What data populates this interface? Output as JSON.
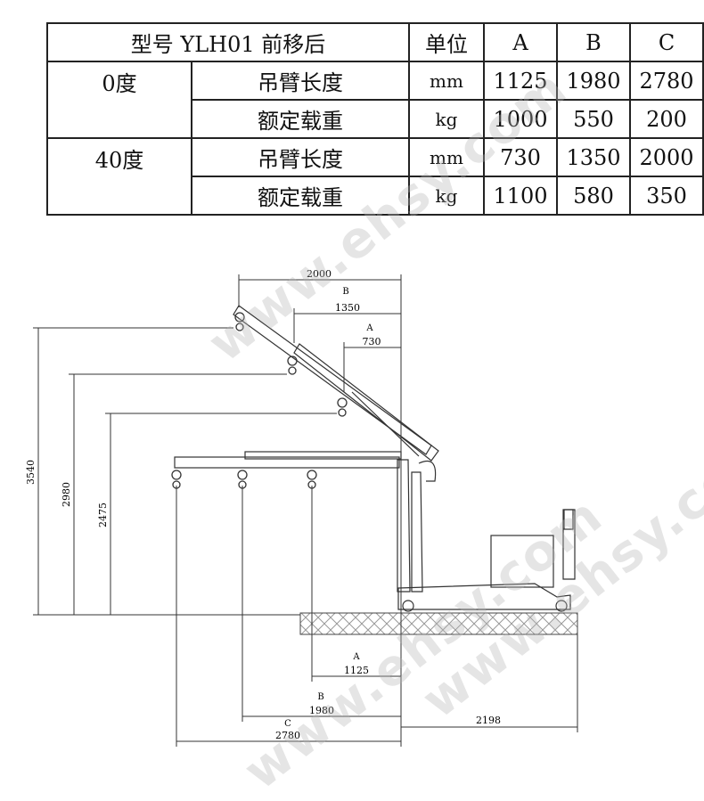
{
  "table": {
    "header": {
      "model": "型号 YLH01 前移后",
      "unit": "单位",
      "a": "A",
      "b": "B",
      "c": "C"
    },
    "groups": [
      {
        "angle": "0度",
        "rows": [
          {
            "param": "吊臂长度",
            "unit": "mm",
            "a": "1125",
            "b": "1980",
            "c": "2780"
          },
          {
            "param": "额定载重",
            "unit": "kg",
            "a": "1000",
            "b": "550",
            "c": "200"
          }
        ]
      },
      {
        "angle": "40度",
        "rows": [
          {
            "param": "吊臂长度",
            "unit": "mm",
            "a": "730",
            "b": "1350",
            "c": "2000"
          },
          {
            "param": "额定载重",
            "unit": "kg",
            "a": "1100",
            "b": "580",
            "c": "350"
          }
        ]
      }
    ]
  },
  "drawing": {
    "top_dims": [
      {
        "letter": "",
        "value": "2000"
      },
      {
        "letter": "B",
        "value": "1350"
      },
      {
        "letter": "A",
        "value": "730"
      }
    ],
    "heights": [
      "3540",
      "2980",
      "2475"
    ],
    "bottom_dims": [
      {
        "letter": "A",
        "value": "1125"
      },
      {
        "letter": "B",
        "value": "1980"
      },
      {
        "letter": "C",
        "value": "2780"
      }
    ],
    "base_length": "2198"
  },
  "watermark": {
    "text": "www.ehsy.com"
  },
  "colors": {
    "line": "#333333",
    "ground_hatch": "#999999",
    "watermark": "#b4b4b4"
  }
}
